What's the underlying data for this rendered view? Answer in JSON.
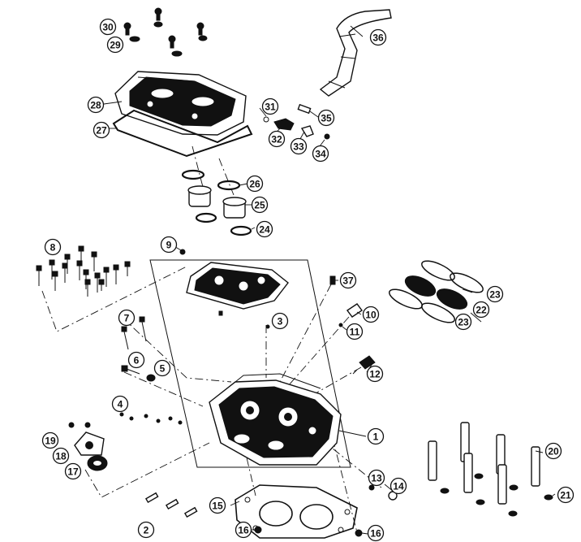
{
  "diagram": {
    "callouts": [
      {
        "label": "1",
        "part": "cylinder-head"
      },
      {
        "label": "2",
        "part": "dowel-pins"
      },
      {
        "label": "3",
        "part": "small-bolt"
      },
      {
        "label": "4",
        "part": "plug-set"
      },
      {
        "label": "5",
        "part": "washer"
      },
      {
        "label": "6",
        "part": "bolt"
      },
      {
        "label": "7",
        "part": "long-bolts"
      },
      {
        "label": "8",
        "part": "bolt-set"
      },
      {
        "label": "9",
        "part": "cam-carrier"
      },
      {
        "label": "10",
        "part": "sensor"
      },
      {
        "label": "11",
        "part": "o-ring"
      },
      {
        "label": "12",
        "part": "temperature-sensor"
      },
      {
        "label": "13",
        "part": "washer"
      },
      {
        "label": "14",
        "part": "nut"
      },
      {
        "label": "15",
        "part": "head-gasket"
      },
      {
        "label": "16",
        "part": "dowel"
      },
      {
        "label": "17",
        "part": "seal"
      },
      {
        "label": "18",
        "part": "thermostat-housing"
      },
      {
        "label": "19",
        "part": "bolt"
      },
      {
        "label": "20",
        "part": "head-studs"
      },
      {
        "label": "21",
        "part": "washer"
      },
      {
        "label": "22",
        "part": "intake-boot"
      },
      {
        "label": "23",
        "part": "gasket"
      },
      {
        "label": "24",
        "part": "o-ring"
      },
      {
        "label": "25",
        "part": "spark-plug-tube"
      },
      {
        "label": "26",
        "part": "seal"
      },
      {
        "label": "27",
        "part": "cover-gasket"
      },
      {
        "label": "28",
        "part": "valve-cover"
      },
      {
        "label": "29",
        "part": "grommet"
      },
      {
        "label": "30",
        "part": "bolt"
      },
      {
        "label": "31",
        "part": "o-ring"
      },
      {
        "label": "32",
        "part": "breather-fitting"
      },
      {
        "label": "33",
        "part": "clamp"
      },
      {
        "label": "34",
        "part": "bolt"
      },
      {
        "label": "35",
        "part": "clip"
      },
      {
        "label": "36",
        "part": "breather-hose"
      },
      {
        "label": "37",
        "part": "plug"
      }
    ]
  }
}
